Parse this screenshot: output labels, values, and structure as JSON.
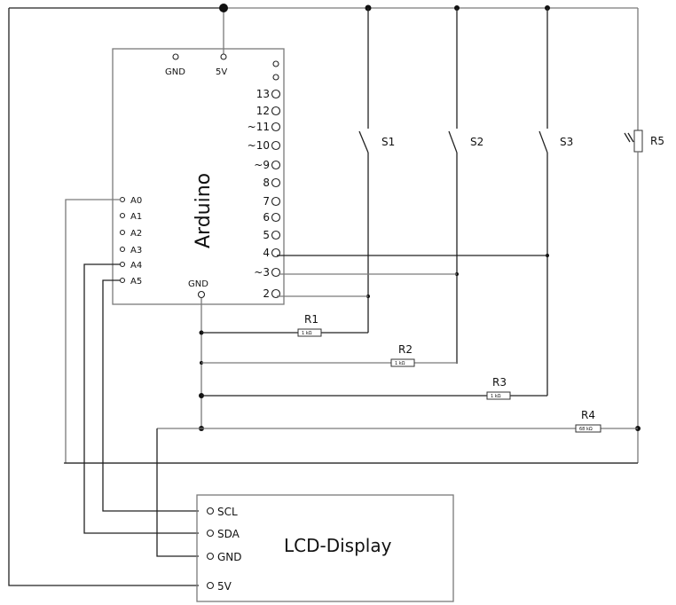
{
  "diagram": {
    "type": "circuit-schematic",
    "style": "hand-drawn"
  },
  "arduino": {
    "title": "Arduino",
    "top_pins": [
      {
        "id": "gnd_top",
        "label": "GND",
        "connected": false
      },
      {
        "id": "5v",
        "label": "5V",
        "connected": true
      }
    ],
    "bottom_pin": {
      "id": "gnd_bottom",
      "label": "GND",
      "connected": true
    },
    "digital_pins": [
      {
        "label": "",
        "connected": false
      },
      {
        "label": "",
        "connected": false
      },
      {
        "label": "13",
        "connected": false
      },
      {
        "label": "12",
        "connected": false
      },
      {
        "label": "~11",
        "connected": false
      },
      {
        "label": "~10",
        "connected": false
      },
      {
        "label": "~9",
        "connected": false
      },
      {
        "label": "8",
        "connected": false
      },
      {
        "label": "7",
        "connected": false
      },
      {
        "label": "6",
        "connected": false
      },
      {
        "label": "5",
        "connected": false
      },
      {
        "label": "4",
        "connected": true
      },
      {
        "label": "~3",
        "connected": true
      },
      {
        "label": "2",
        "connected": true
      }
    ],
    "analog_pins": [
      {
        "label": "A0",
        "connected": true
      },
      {
        "label": "A1",
        "connected": false
      },
      {
        "label": "A2",
        "connected": false
      },
      {
        "label": "A3",
        "connected": false
      },
      {
        "label": "A4",
        "connected": true
      },
      {
        "label": "A5",
        "connected": true
      }
    ]
  },
  "switches": [
    {
      "label": "S1",
      "arduino_pin": "2"
    },
    {
      "label": "S2",
      "arduino_pin": "~3"
    },
    {
      "label": "S3",
      "arduino_pin": "4"
    }
  ],
  "ldr": {
    "label": "R5",
    "arduino_pin": "A0"
  },
  "resistors": [
    {
      "label": "R1",
      "value": "1 kΩ"
    },
    {
      "label": "R2",
      "value": "1 kΩ"
    },
    {
      "label": "R3",
      "value": "1 kΩ"
    },
    {
      "label": "R4",
      "value": "68 kΩ"
    }
  ],
  "lcd": {
    "title": "LCD-Display",
    "pins": [
      {
        "label": "SCL",
        "arduino_pin": "A5"
      },
      {
        "label": "SDA",
        "arduino_pin": "A4"
      },
      {
        "label": "GND",
        "arduino_pin": "GND"
      },
      {
        "label": "5V",
        "arduino_pin": "5V"
      }
    ]
  }
}
